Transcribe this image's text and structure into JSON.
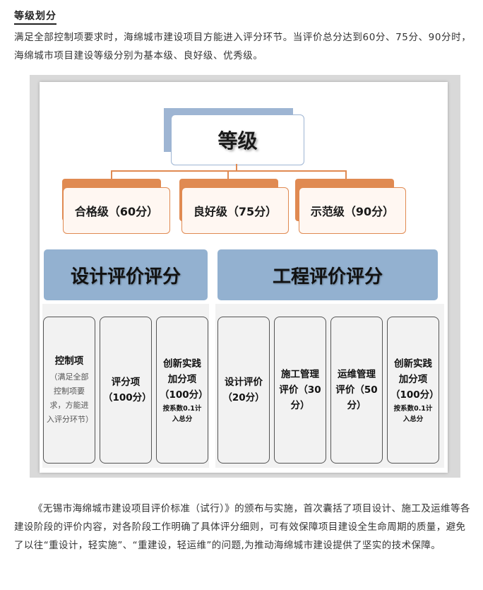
{
  "heading": "等级划分",
  "intro": "满足全部控制项要求时，海绵城市建设项目方能进入评分环节。当评价总分达到60分、75分、90分时，海绵城市项目建设等级分别为基本级、良好级、优秀级。",
  "diagram": {
    "root": "等级",
    "levels": [
      "合格级（60分）",
      "良好级（75分）",
      "示范级（90分）"
    ],
    "categories": [
      "设计评价评分",
      "工程评价评分"
    ],
    "design_cards": [
      {
        "title": "控制项",
        "sub": "（满足全部控制项要求，方能进入评分环节）",
        "note": ""
      },
      {
        "title": "评分项（100分）",
        "sub": "",
        "note": ""
      },
      {
        "title": "创新实践加分项（100分）",
        "sub": "",
        "note": "按系数0.1计入总分"
      }
    ],
    "engineering_cards": [
      {
        "title": "设计评价（20分）",
        "sub": "",
        "note": ""
      },
      {
        "title": "施工管理评价（30分）",
        "sub": "",
        "note": ""
      },
      {
        "title": "运维管理评价（50分）",
        "sub": "",
        "note": ""
      },
      {
        "title": "创新实践加分项（100分）",
        "sub": "",
        "note": "按系数0.1计入总分"
      }
    ]
  },
  "outro": "《无锡市海绵城市建设项目评价标准（试行）》的颁布与实施，首次囊括了项目设计、施工及运维等各建设阶段的评价内容，对各阶段工作明确了具体评分细则，可有效保障项目建设全生命周期的质量，避免了以往“重设计，轻实施”、“重建设，轻运维”的问题,为推动海绵城市建设提供了坚实的技术保障。",
  "colors": {
    "accent_orange": "#e08a52",
    "accent_blue": "#93b1d0"
  }
}
